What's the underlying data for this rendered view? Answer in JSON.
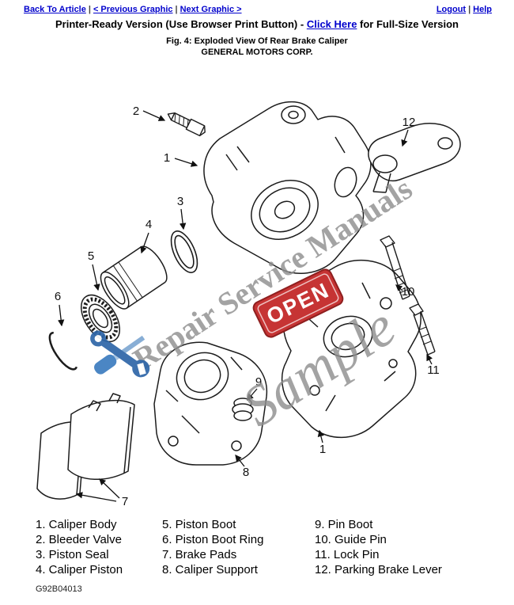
{
  "nav": {
    "back_to_article": "Back To Article",
    "previous_graphic": "< Previous Graphic",
    "next_graphic": "Next Graphic >",
    "logout": "Logout",
    "help": "Help",
    "separator": "|"
  },
  "header": {
    "title_prefix": "Printer-Ready Version (Use Browser Print Button) - ",
    "full_size_link": "Click Here",
    "title_suffix": " for Full-Size Version",
    "figure_caption": "Fig. 4: Exploded View Of Rear Brake Caliper",
    "manufacturer": "GENERAL MOTORS CORP."
  },
  "diagram": {
    "watermark_text": "Repair Service Manuals",
    "watermark_sample": "Sample",
    "stamp_text": "OPEN",
    "callouts": {
      "c1a": "1",
      "c1b": "1",
      "c2": "2",
      "c3": "3",
      "c4": "4",
      "c5": "5",
      "c6": "6",
      "c7": "7",
      "c8": "8",
      "c9": "9",
      "c10": "10",
      "c11": "11",
      "c12": "12"
    }
  },
  "parts_list": {
    "columns": [
      [
        "1. Caliper Body",
        "2. Bleeder Valve",
        "3. Piston Seal",
        "4. Caliper Piston"
      ],
      [
        "5. Piston Boot",
        "6. Piston Boot Ring",
        "7. Brake Pads",
        "8. Caliper Support"
      ],
      [
        "9. Pin Boot",
        "10. Guide Pin",
        "11. Lock Pin",
        "12. Parking Brake Lever"
      ]
    ]
  },
  "footer": {
    "figure_id": "G92B04013"
  },
  "colors": {
    "link_blue": "#0000cc",
    "stamp_red": "#c63434",
    "watermark_gray": "#8f8f8f",
    "tool_blue": "#2e66a8"
  }
}
